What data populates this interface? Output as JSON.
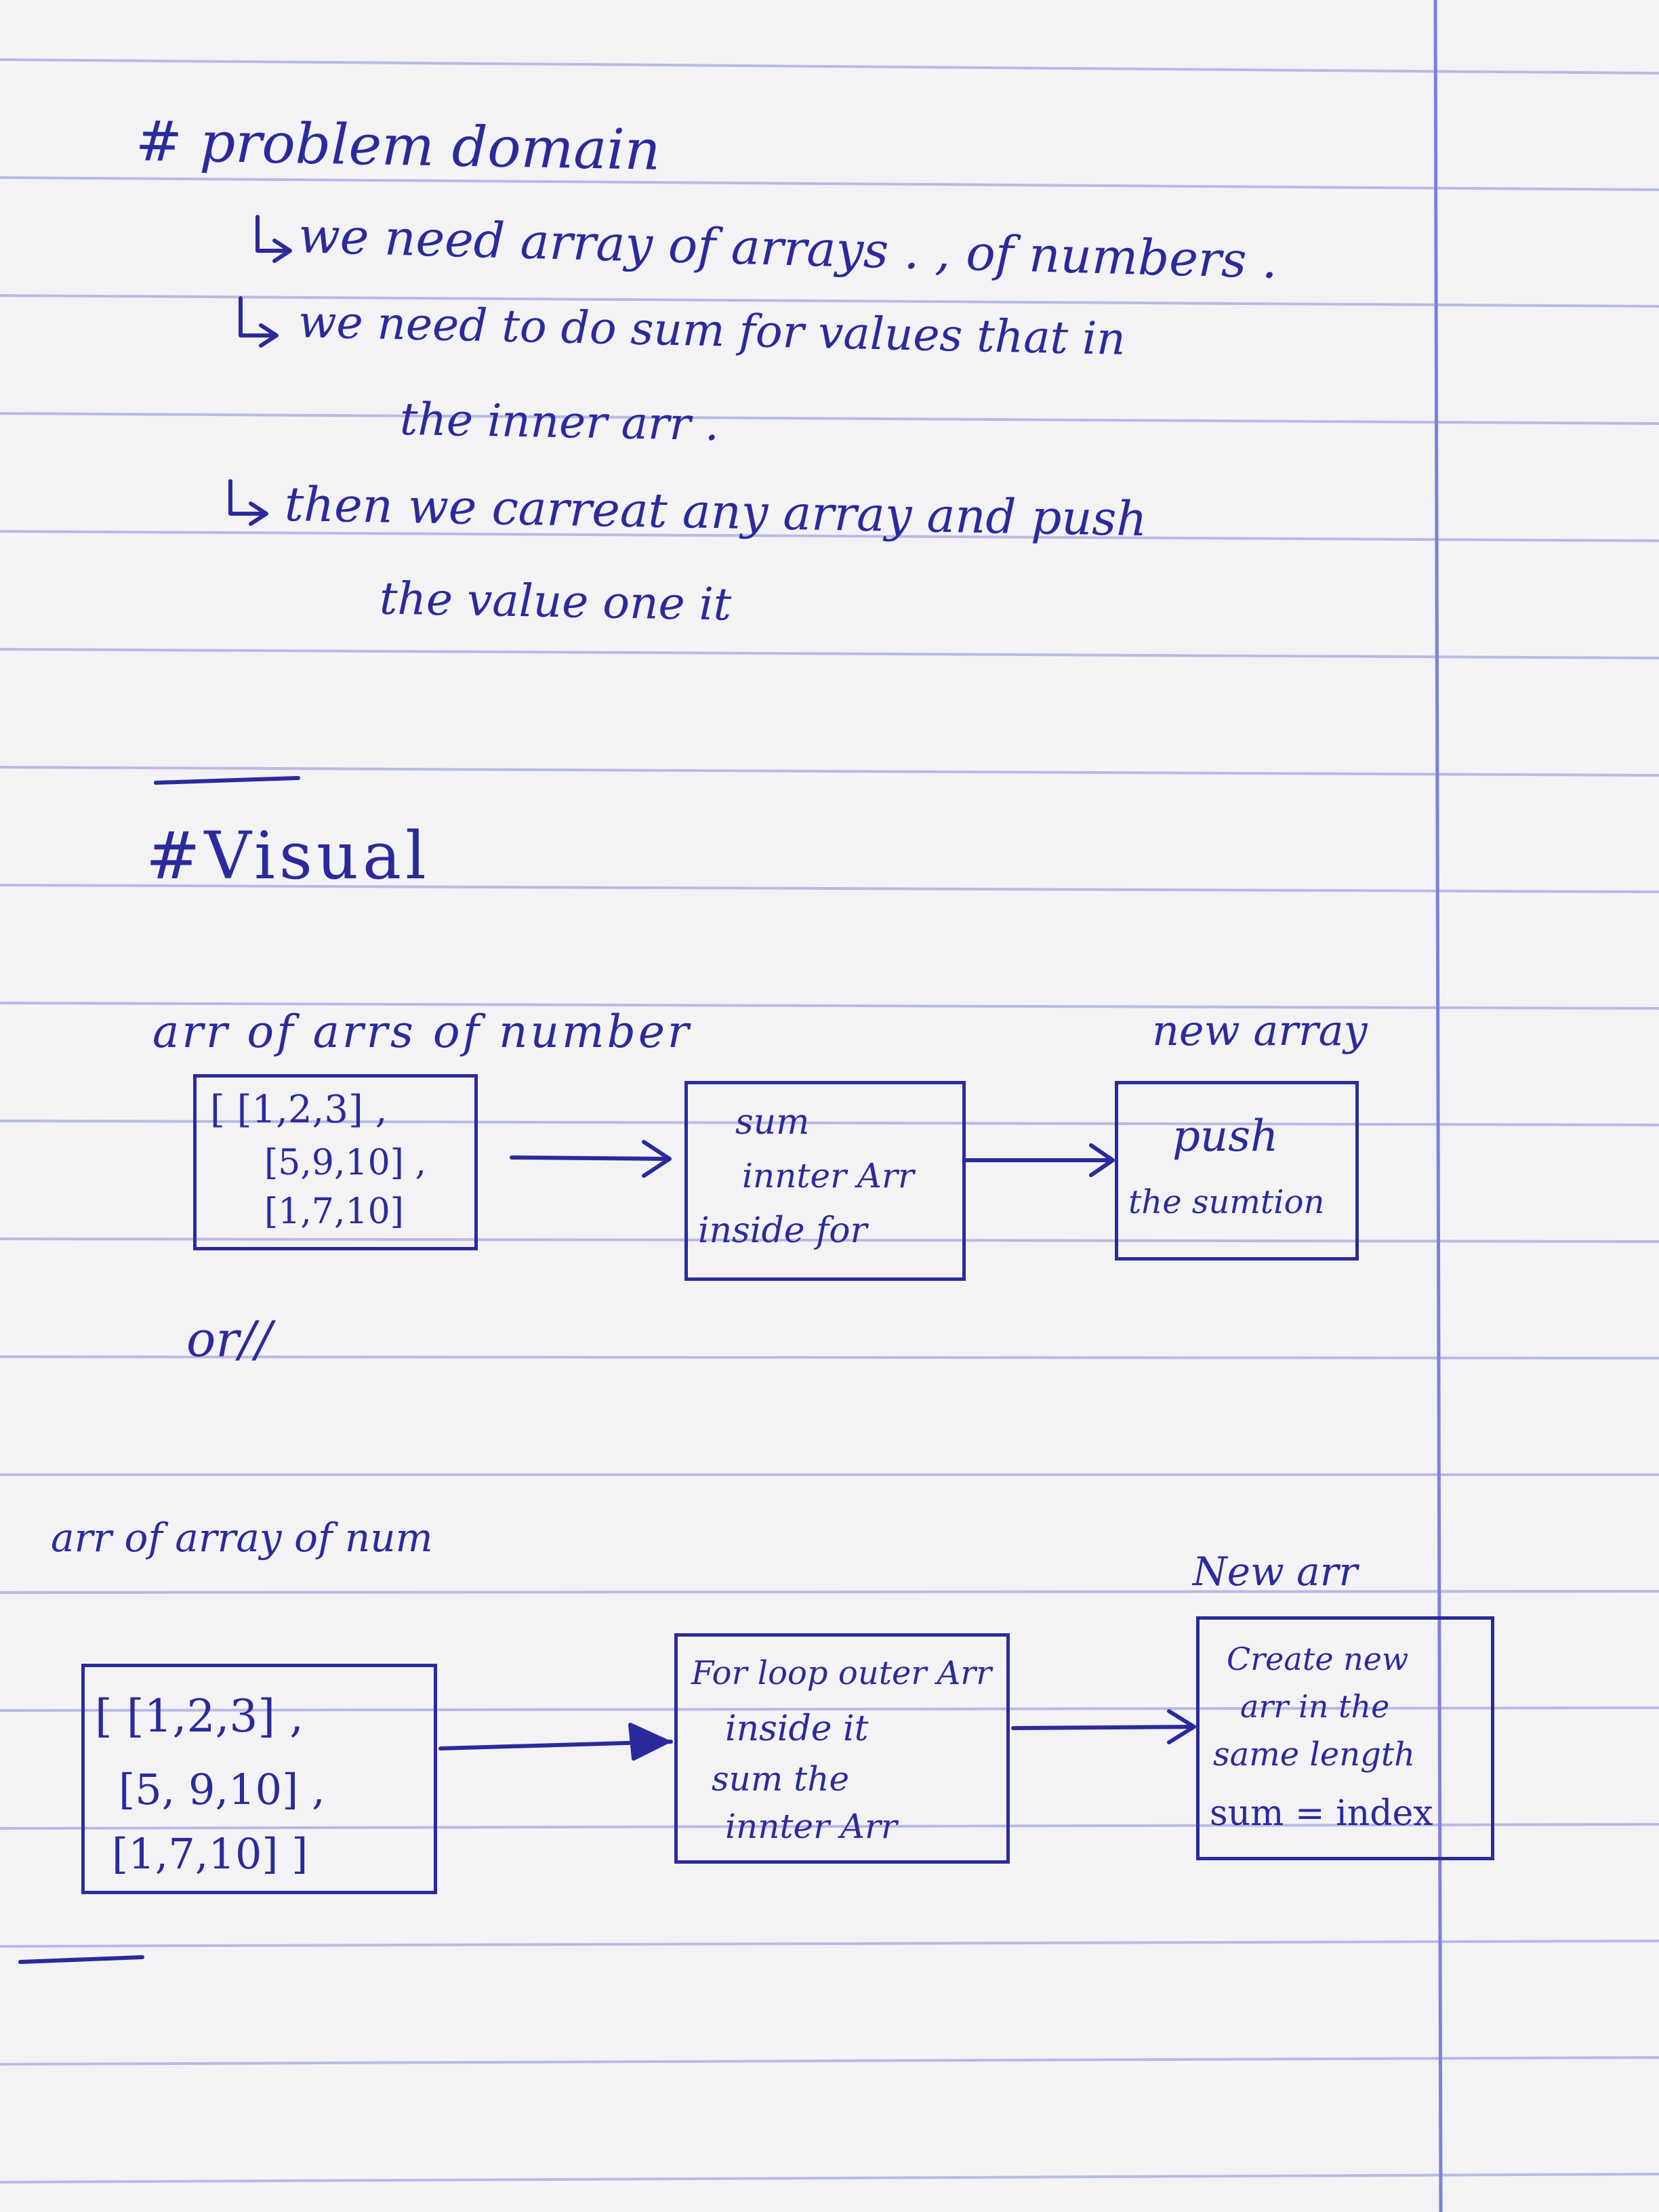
{
  "notes": {
    "heading_problem": "# problem domain",
    "bullet_1": "we need array of arrays . , of numbers .",
    "bullet_2_line1": "we need to do sum for values that in",
    "bullet_2_line2": "the inner arr .",
    "bullet_3_line1": "then we carreat any array and push",
    "bullet_3_line2": "the value one it",
    "heading_visual": "#Visual"
  },
  "diagram_1": {
    "input_label": "arr of arrs of number",
    "output_label": "new array",
    "input_box": [
      "[ [1,2,3] ,",
      "[5,9,10] ,",
      "[1,7,10]"
    ],
    "process_box": [
      "sum",
      "innter Arr",
      "inside for"
    ],
    "output_box": [
      "push",
      "the sumtion"
    ]
  },
  "separator_text": "or//",
  "diagram_2": {
    "input_label": "arr of array of num",
    "output_label": "New arr",
    "input_box": [
      "[ [1,2,3] ,",
      "[5, 9,10] ,",
      "[1,7,10] ]"
    ],
    "process_box": [
      "For loop outer Arr",
      "inside it",
      "sum the",
      "innter Arr"
    ],
    "output_box": [
      "Create new",
      "arr in the",
      "same length",
      "sum = index"
    ]
  },
  "colors": {
    "ink": "#2b2a9c",
    "paper": "#f3f3f6",
    "rule_line": "#b9b9e4",
    "margin_line": "#7f7fdc"
  }
}
